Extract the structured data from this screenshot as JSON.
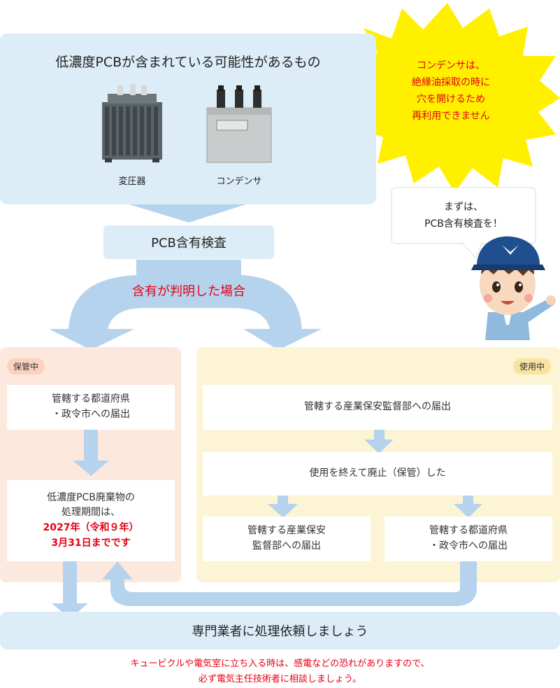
{
  "top": {
    "title": "低濃度PCBが含まれている可能性があるもの",
    "items": [
      {
        "label": "変圧器",
        "icon": "transformer-icon"
      },
      {
        "label": "コンデンサ",
        "icon": "capacitor-icon"
      }
    ]
  },
  "burst": {
    "lines": [
      "コンデンサは、",
      "絶縁油採取の時に",
      "穴を開けるため",
      "再利用できません"
    ]
  },
  "speech": {
    "lines": [
      "まずは、",
      "PCB含有検査を！"
    ]
  },
  "inspection": {
    "label": "PCB含有検査"
  },
  "branch": {
    "label": "含有が判明した場合"
  },
  "storage": {
    "tag": "保管中",
    "box1": [
      "管轄する都道府県",
      "・政令市への届出"
    ],
    "box2": {
      "lines": [
        "低濃度PCB廃棄物の",
        "処理期間は、"
      ],
      "deadline": [
        "2027年（令和９年）",
        "3月31日までです"
      ]
    }
  },
  "inuse": {
    "tag": "使用中",
    "box1": "管轄する産業保安監督部への届出",
    "box2": "使用を終えて廃止（保管）した",
    "box3": [
      "管轄する産業保安",
      "監督部への届出"
    ],
    "box4": [
      "管轄する都道府県",
      "・政令市への届出"
    ]
  },
  "bottom": {
    "label": "専門業者に処理依頼しましょう"
  },
  "note": {
    "lines": [
      "キュービクルや電気室に立ち入る時は、感電などの恐れがありますので、",
      "必ず電気主任技術者に相談しましょう。"
    ]
  },
  "colors": {
    "panel_blue": "#dcedf7",
    "arrow_blue": "#b6d3ee",
    "storage_bg": "#fde8de",
    "storage_tag": "#fad2bf",
    "inuse_bg": "#fcf4d4",
    "inuse_tag": "#f8e4a0",
    "burst_yellow": "#fff000",
    "alert_red": "#e60012"
  }
}
